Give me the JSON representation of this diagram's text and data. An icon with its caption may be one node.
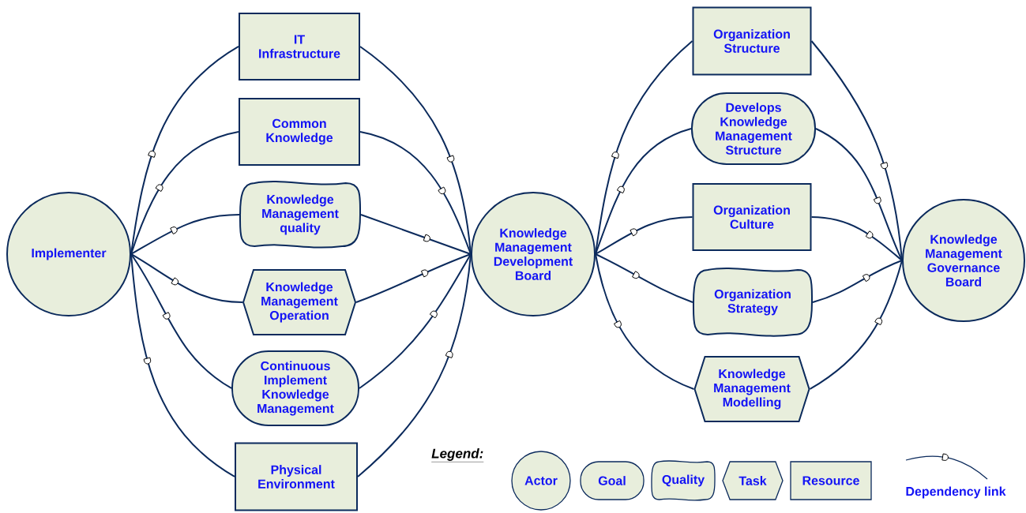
{
  "diagram": {
    "nodes": [
      {
        "text": [
          "Implementer"
        ]
      },
      {
        "text": [
          "IT Infrastructure"
        ]
      },
      {
        "text": [
          "Common Knowledge"
        ]
      },
      {
        "text": [
          "Knowledge Management quality"
        ]
      },
      {
        "text": [
          "Knowledge Management Operation"
        ]
      },
      {
        "text": [
          "Continuous Implement Knowledge Management"
        ]
      },
      {
        "text": [
          "Physical Environment"
        ]
      },
      {
        "text": [
          "Knowledge Management Development Board"
        ]
      },
      {
        "text": [
          "Organization Structure"
        ]
      },
      {
        "text": [
          "Develops Knowledge Management Structure"
        ]
      },
      {
        "text": [
          "Organization Culture"
        ]
      },
      {
        "text": [
          "Organization Strategy"
        ]
      },
      {
        "text": [
          "Knowledge Management Modelling"
        ]
      },
      {
        "text": [
          "Knowledge Management Governance Board"
        ]
      }
    ],
    "edges": [
      {
        "from": 0,
        "to": 1,
        "arrow": "none"
      },
      {
        "from": 0,
        "to": 2,
        "arrow": "none"
      },
      {
        "from": 0,
        "to": 3,
        "arrow": "none"
      },
      {
        "from": 0,
        "to": 4,
        "arrow": "none"
      },
      {
        "from": 0,
        "to": 5,
        "arrow": "none"
      },
      {
        "from": 0,
        "to": 6,
        "arrow": "none"
      },
      {
        "from": 1,
        "to": 7,
        "arrow": "none"
      },
      {
        "from": 2,
        "to": 7,
        "arrow": "none"
      },
      {
        "from": 3,
        "to": 7,
        "arrow": "none"
      },
      {
        "from": 4,
        "to": 7,
        "arrow": "none"
      },
      {
        "from": 5,
        "to": 7,
        "arrow": "none"
      },
      {
        "from": 6,
        "to": 7,
        "arrow": "none"
      },
      {
        "from": 7,
        "to": 8,
        "arrow": "none"
      },
      {
        "from": 7,
        "to": 9,
        "arrow": "none"
      },
      {
        "from": 7,
        "to": 10,
        "arrow": "none"
      },
      {
        "from": 7,
        "to": 11,
        "arrow": "none"
      },
      {
        "from": 7,
        "to": 12,
        "arrow": "none"
      },
      {
        "from": 8,
        "to": 13,
        "arrow": "none"
      },
      {
        "from": 9,
        "to": 13,
        "arrow": "none"
      },
      {
        "from": 10,
        "to": 13,
        "arrow": "none"
      },
      {
        "from": 11,
        "to": 13,
        "arrow": "none"
      },
      {
        "from": 12,
        "to": 13,
        "arrow": "none"
      }
    ],
    "labels": [
      "Legend:"
    ],
    "legend": [
      {
        "text": "Actor"
      },
      {
        "text": "Goal"
      },
      {
        "text": "Quality"
      },
      {
        "text": "Task"
      },
      {
        "text": "Resource"
      },
      {
        "text": "Dependency link"
      }
    ]
  }
}
